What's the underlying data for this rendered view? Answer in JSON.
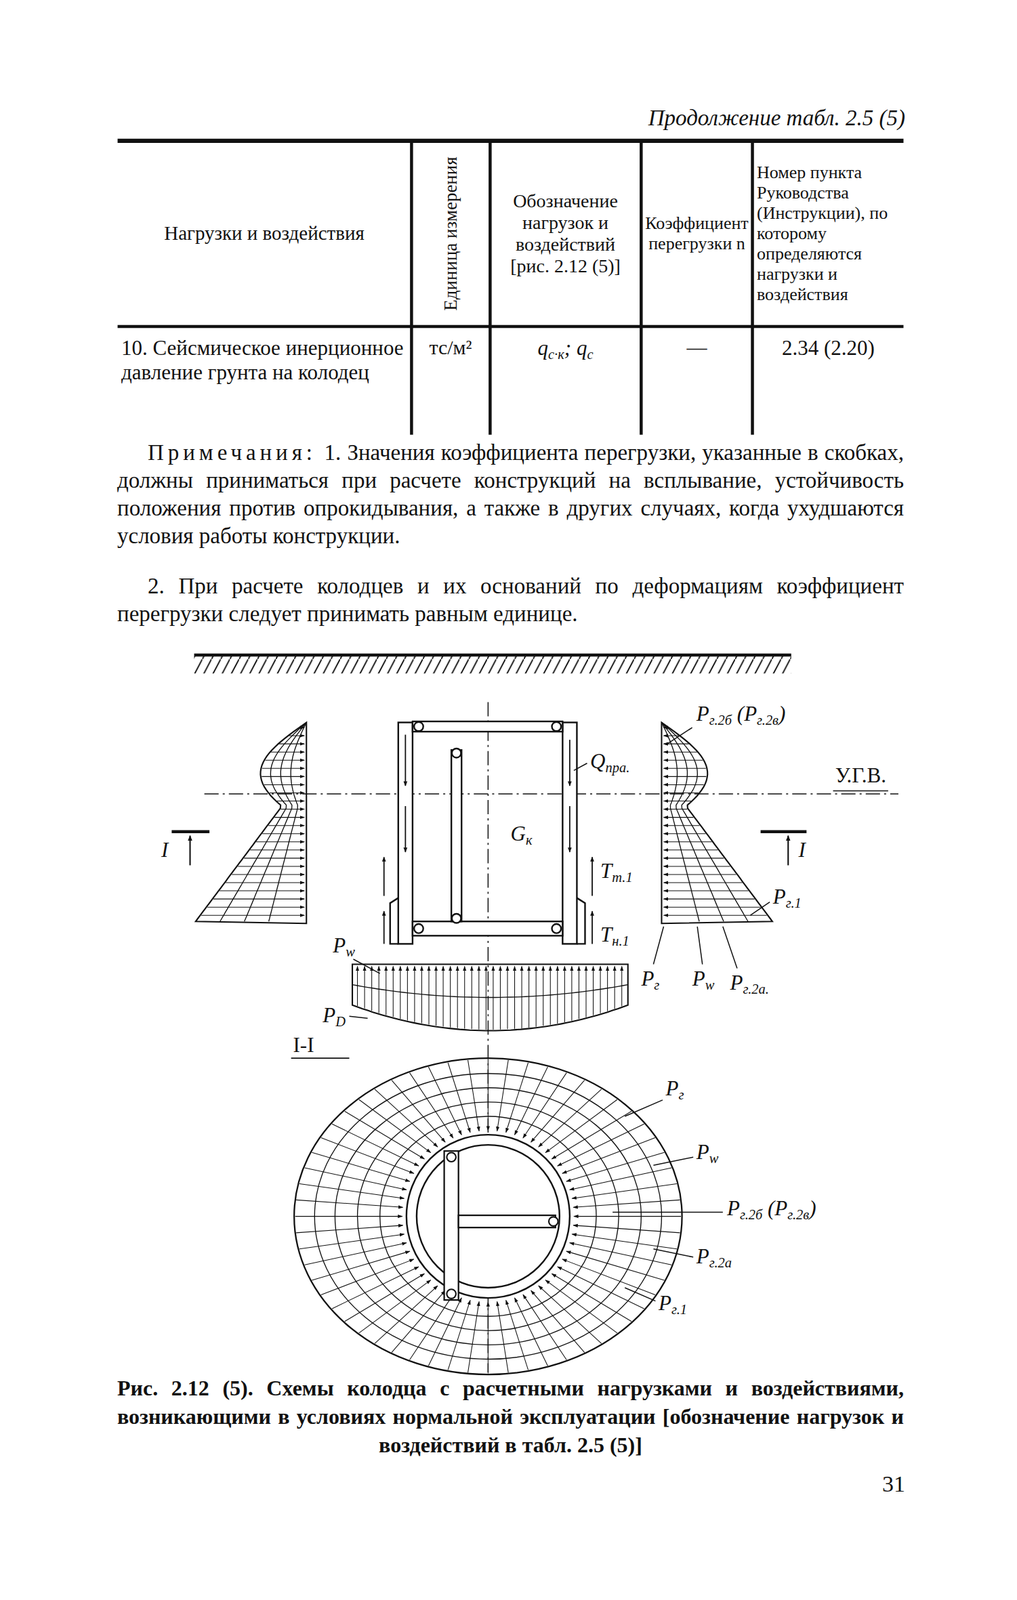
{
  "diagram": {
    "title": "Продолжение табл. 2.5 (5)",
    "caption": "Рис. 2.12 (5). Схемы колодца с расчетными нагрузками и воздействиями, возникающими в условиях нормальной эксплуатации [обозначение нагрузок и воздействий в табл. 2.5 (5)]",
    "labels": [
      "Нагрузки и воздействия",
      "Единица измерения",
      "Обозначение нагрузок и воздействий [рис. 2.12 (5)]",
      "Коэффициент перегрузки n",
      "Номер пункта Руководства (Инструкции), по которому определяются нагрузки и воздействия",
      "10. Сейсмическое инерционное давление грунта на колодец",
      "тс/м²",
      "qс·к; qс",
      "—",
      "2.34 (2.20)",
      "Примечания:",
      "1. Значения коэффициента перегрузки, указанные в скобках, должны приниматься при расчете конструкций на всплывание, устойчивость положения против опрокидывания, а также в других случаях, когда ухудшаются условия работы конструкции.",
      "2. При расчете колодцев и их оснований по деформациям коэффициент перегрузки следует принимать равным единице.",
      "Pг.2б (Pг.2в)",
      "Qпра.",
      "У.Г.В.",
      "Gк",
      "I",
      "I",
      "Tт.1",
      "Tн.1",
      "Pг.1",
      "Pw",
      "PD",
      "Pг",
      "Pw",
      "Pг.2а.",
      "I-I",
      "Pг",
      "Pw",
      "Pг.2б (Pг.2в)",
      "Pг.2а",
      "Pг.1",
      "31"
    ]
  }
}
